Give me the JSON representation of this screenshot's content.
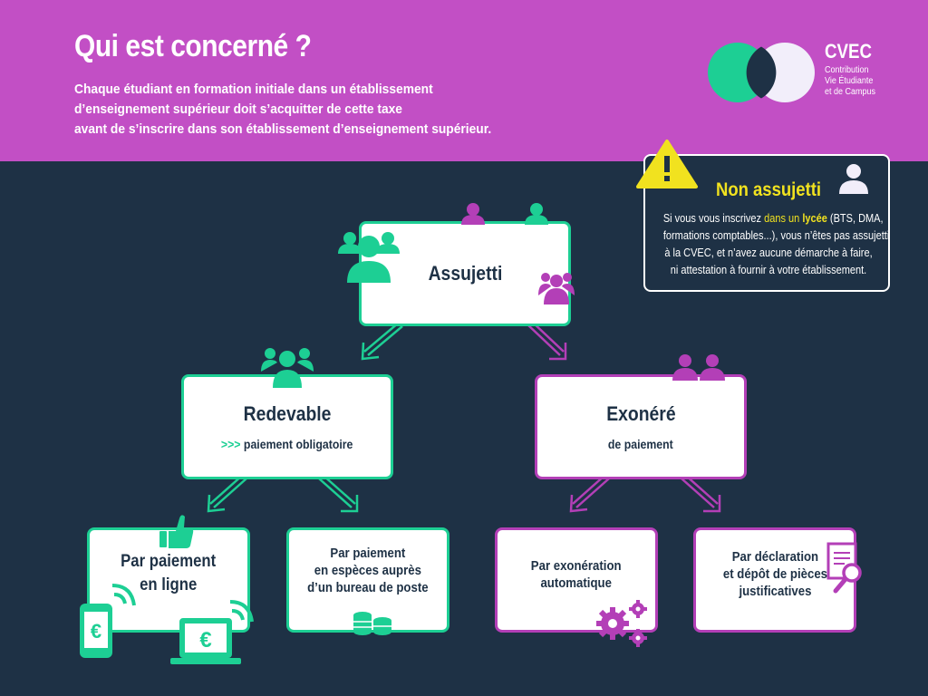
{
  "header": {
    "title": "Qui est concerné ?",
    "subtitle_lines": [
      "Chaque étudiant en formation initiale dans un établissement",
      "d’enseignement supérieur doit s’acquitter de cette taxe",
      "avant de s’inscrire dans son établissement d’enseignement supérieur."
    ],
    "logo": {
      "name": "CVEC",
      "sub_lines": [
        "Contribution",
        "Vie Étudiante",
        "et de Campus"
      ]
    }
  },
  "notice": {
    "title": "Non assujetti",
    "line1_before": "Si vous vous inscrivez ",
    "line1_hl": "dans un ",
    "line1_hlb": "lycée",
    "line1_after": " (BTS, DMA,",
    "lines": [
      "formations comptables...), vous n’êtes pas assujetti",
      "à la CVEC, et n’avez aucune démarche à faire,",
      "ni attestation à fournir à votre établissement."
    ]
  },
  "tree": {
    "root": {
      "title": "Assujetti"
    },
    "left": {
      "title": "Redevable",
      "sub_arrows": ">>>",
      "sub": " paiement obligatoire"
    },
    "right": {
      "title": "Exonéré",
      "sub": "de paiement"
    },
    "leaf1": {
      "lines": [
        "Par paiement",
        "en ligne"
      ]
    },
    "leaf2": {
      "lines": [
        "Par paiement",
        "en espèces auprès",
        "d’un bureau de poste"
      ]
    },
    "leaf3": {
      "lines": [
        "Par exonération",
        "automatique"
      ]
    },
    "leaf4": {
      "lines": [
        "Par déclaration",
        "et dépôt de pièces",
        "justificatives"
      ]
    },
    "euro_symbol": "€"
  },
  "colors": {
    "header_bg": "#c24fc5",
    "page_bg": "#1e3145",
    "green": "#1dcf94",
    "purple": "#b33fb7",
    "yellow": "#f1e21f"
  },
  "icons": [
    "warning-icon",
    "user-icon",
    "group-icon",
    "pair-icon",
    "thumbs-up-icon",
    "phone-euro-icon",
    "laptop-euro-icon",
    "wifi-icon",
    "coins-icon",
    "gears-icon",
    "document-search-icon"
  ]
}
